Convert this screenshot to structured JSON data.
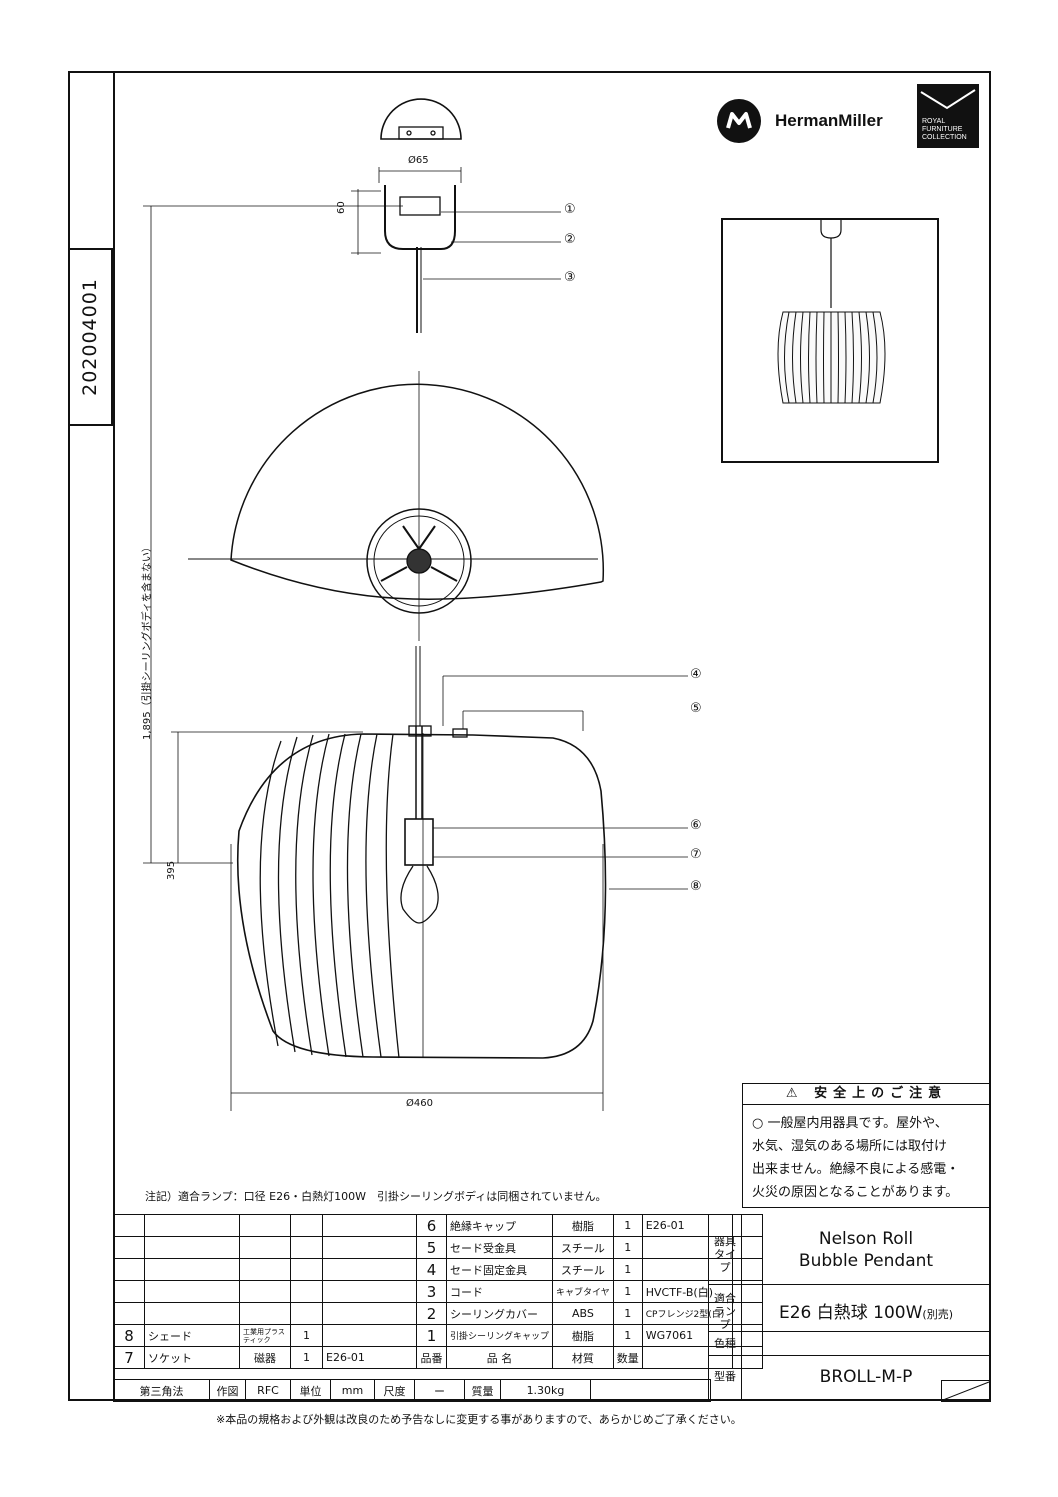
{
  "doc_id": "202004001",
  "brand": {
    "name": "HermanMiller",
    "collection_label": [
      "ROYAL",
      "FURNITURE",
      "COLLECTION"
    ]
  },
  "dimensions": {
    "cap_diameter": "Ø65",
    "cap_height": "60",
    "total_height": "1,895（引掛シーリングボディを含まない）",
    "shade_height": "395",
    "shade_diameter": "Ø460"
  },
  "callouts": [
    "①",
    "②",
    "③",
    "④",
    "⑤",
    "⑥",
    "⑦",
    "⑧"
  ],
  "note": "注記）適合ランプ：口径 E26・白熱灯100W　引掛シーリングボディは同梱されていません。",
  "safety": {
    "title": "⚠ 安全上のご注意",
    "lines": [
      "○ 一般屋内用器具です。屋外や、",
      "水気、湿気のある場所には取付け",
      "出来ません。絶縁不良による感電・",
      "火災の原因となることがあります。"
    ]
  },
  "parts_upper": [
    {
      "no": "6",
      "name": "絶縁キャップ",
      "material": "樹脂",
      "qty": "1",
      "spec": "E26-01"
    },
    {
      "no": "5",
      "name": "セード受金具",
      "material": "スチール",
      "qty": "1",
      "spec": ""
    },
    {
      "no": "4",
      "name": "セード固定金具",
      "material": "スチール",
      "qty": "1",
      "spec": ""
    },
    {
      "no": "3",
      "name": "コード",
      "material": "キャブタイヤ",
      "qty": "1",
      "spec": "HVCTF-B(白)"
    },
    {
      "no": "2",
      "name": "シーリングカバー",
      "material": "ABS",
      "qty": "1",
      "spec": "CPフレンジ2型(白)"
    },
    {
      "no": "1",
      "name": "引掛シーリングキャップ",
      "material": "樹脂",
      "qty": "1",
      "spec": "WG7061"
    }
  ],
  "parts_lower": [
    {
      "no": "8",
      "name": "シェード",
      "material": "工業用プラスティック",
      "qty": "1",
      "spec": ""
    },
    {
      "no": "7",
      "name": "ソケット",
      "material": "磁器",
      "qty": "1",
      "spec": "E26-01"
    }
  ],
  "headers": {
    "part_no": "品番",
    "part_name": "品 名",
    "material": "材質",
    "qty": "数量"
  },
  "bottom_row": {
    "projection": "第三角法",
    "drawn_label": "作図",
    "drawn_by": "RFC",
    "unit_label": "単位",
    "unit": "mm",
    "scale_label": "尺度",
    "scale": "ー",
    "mass_label": "質量",
    "mass": "1.30kg"
  },
  "side": {
    "type_label": "器具タイプ",
    "type_value": [
      "Nelson Roll",
      "Bubble Pendant"
    ],
    "lamp_label": "適合ランプ",
    "lamp_value": "E26 白熱球 100W",
    "lamp_sold_separately": "(別売)",
    "color_label": "色種",
    "color_value": "",
    "model_label": "型番",
    "model_value": "BROLL-M-P"
  },
  "footer_note": "※本品の規格および外観は改良のため予告なしに変更する事がありますので、あらかじめご了承ください。"
}
